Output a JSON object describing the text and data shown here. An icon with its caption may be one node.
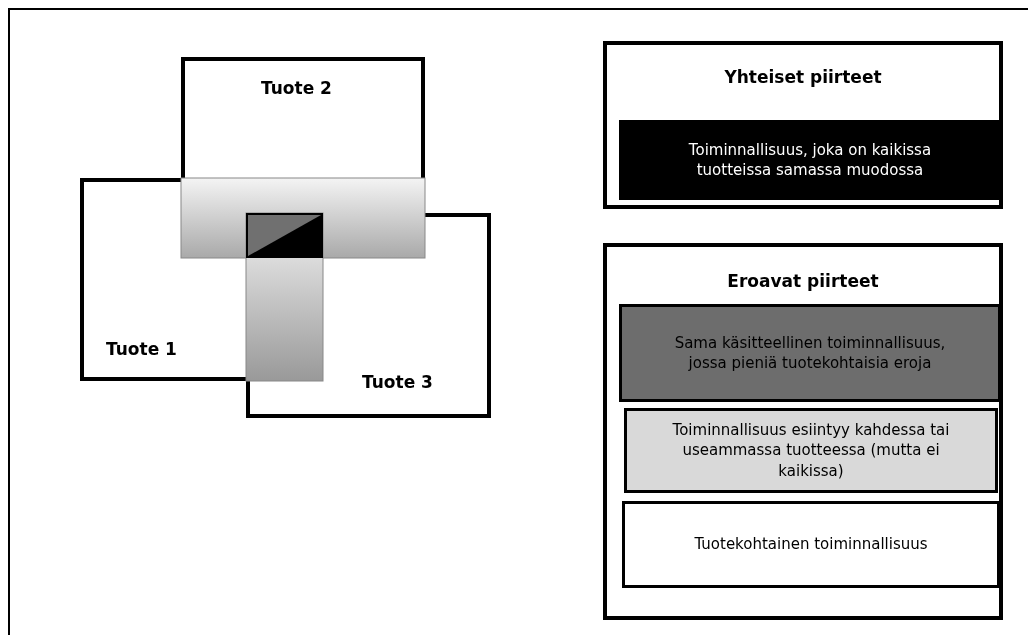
{
  "diagram": {
    "nodes": [
      {
        "text": [
          "Tuote 2"
        ]
      },
      {
        "text": [
          "Tuote 1"
        ]
      },
      {
        "text": [
          "Tuote 3"
        ]
      },
      {
        "text": [
          "Yhteiset piirteet"
        ]
      },
      {
        "text": [
          "Toiminnallisuus, joka on kaikissa tuotteissa samassa muodossa"
        ],
        "in": 3
      },
      {
        "text": [
          "Eroavat piirteet"
        ]
      },
      {
        "text": [
          "Sama käsitteellinen toiminnallisuus, jossa pieniä tuotekohtaisia eroja"
        ],
        "in": 5
      },
      {
        "text": [
          "Toiminnallisuus esiintyy kahdessa tai useammassa tuotteessa (mutta ei kaikissa)"
        ],
        "in": 5
      },
      {
        "text": [
          "Tuotekohtainen toiminnallisuus"
        ],
        "in": 5
      }
    ]
  }
}
